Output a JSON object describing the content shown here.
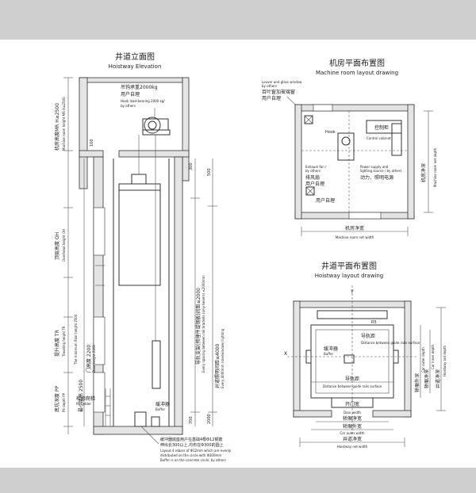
{
  "elevation": {
    "title_cn": "井道立面图",
    "title_en": "Hoistway Elevation",
    "hook_cn": "吊钩承重2000kg",
    "hook_by_cn": "用户自理",
    "hook_en_1": "Hook load-bearing 2000 kg/",
    "hook_en_2": "by others",
    "mr_height_cn": "机房高度MR H≥2500",
    "mr_height_en": "Machine room height MR H≥2500",
    "overhead_cn": "顶层高度 OH",
    "overhead_en": "Overhead height OH",
    "travel_cn": "提升高度 TR",
    "travel_en": "Traveling height TR",
    "travel_en_2": "The minimum floor height 2500",
    "min_floor_cn": "最小层高 2500",
    "door_height_cn": "门高度 2200",
    "door_height_en": "Door height 2200",
    "pit_depth_cn": "底坑深度 PP",
    "pit_depth_en": "Pit depth PP",
    "ladder_cn": "检修爬梯",
    "ladder_en": "Pit ladder",
    "buffer_cn": "缓冲器",
    "buffer_en": "Buffer",
    "dim_100": "100",
    "dim_300": "300",
    "dim_500": "500",
    "dim_700": "700",
    "dim_2000": "2000",
    "bracket_cn": "导轨支架(预埋件或钢板)间距≤2000",
    "bracket_en": "Every spacing between rail brackets (only beams) ≤2000mm",
    "light_cn": "井道照明间距≤4000",
    "light_en": "Every 4000mm (one/window) lighting",
    "note_cn_1": "缓冲器底座用户在基础4根Φ12钢筋",
    "note_cn_2": "伸出长300以上,均布在Φ300的圆上",
    "note_en_1": "Layout 4 rebars of Φ12mm which are evenly",
    "note_en_2": "distributed on the circle with Φ300mm",
    "note_en_3": "Buffer is on the concrete circle, by others"
  },
  "machine_room": {
    "title_cn": "机房平面布置图",
    "title_en": "Machine room layout drawing",
    "window_en_1": "Louver and glass window",
    "window_en_2": "by others",
    "window_cn": "百叶窗加玻璃窗",
    "window_by_cn": "用户自理",
    "hook_label": "Hook",
    "control_cn": "控制柜",
    "control_en": "Control cabinet",
    "exhaust_en_1": "Exhaust fan /",
    "exhaust_en_2": "by others",
    "exhaust_cn": "排风扇",
    "exhaust_by_cn": "用户自理",
    "power_en_1": "Power supply and",
    "power_en_2": "lighting source / by others",
    "power_cn": "动力、照明电源",
    "power_by_cn": "用户自理",
    "width_cn": "机房净宽",
    "width_en": "Machine room net width",
    "depth_cn": "机房净深",
    "depth_en": "Machine room net depth"
  },
  "hoistway": {
    "title_cn": "井道平面布置图",
    "title_en": "Hoistway layout drawing",
    "axis_y": "Y",
    "axis_x": "X",
    "r5": "R5",
    "guide_rail_cn": "导轨距",
    "guide_rail_en": "Distance between guide rails surface",
    "buffer_cn": "缓冲器",
    "buffer_en": "Buffer",
    "car_outer_depth_cn": "轿厢外深",
    "car_outer_depth_en": "Car outer depth",
    "car_inner_depth_cn": "轿厢净深",
    "car_inner_depth_en": "Car inner depth",
    "hoistway_depth_cn": "井道净深",
    "hoistway_depth_en": "Hoistway net depth",
    "guide_dist_cn": "导轨距",
    "guide_dist_en": "Distance between guide rails surface",
    "door_width_cn": "开门宽",
    "door_width_en": "Door width",
    "car_inner_width_cn": "轿厢净宽",
    "car_outer_width_cn": "轿厢外宽",
    "car_outer_width_en": "Car outer width",
    "hoistway_width_cn": "井道净宽",
    "hoistway_width_en": "Hoistway net width"
  }
}
